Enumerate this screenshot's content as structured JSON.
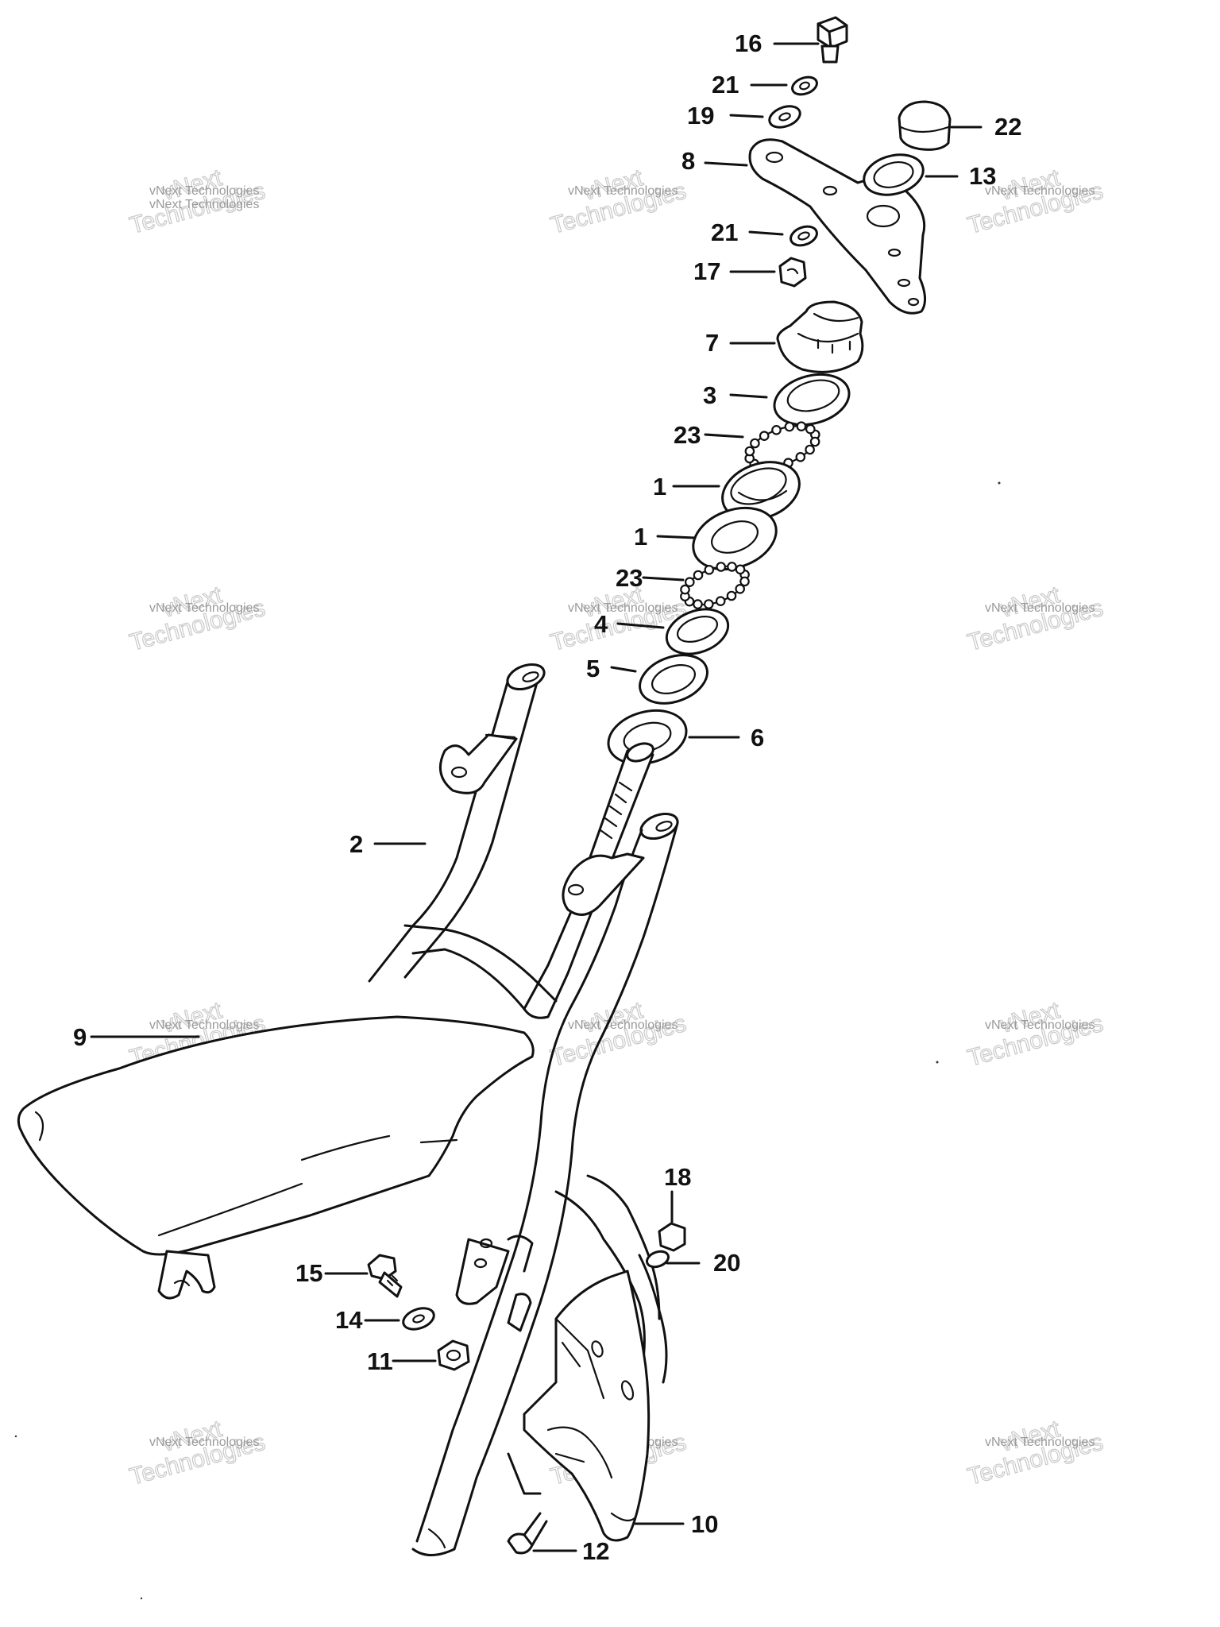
{
  "watermark": {
    "company": "vNext Technologies",
    "big_top": "vNext",
    "big_bottom": "Technologies"
  },
  "callouts": [
    {
      "id": "label-16",
      "text": "16"
    },
    {
      "id": "label-21-top",
      "text": "21"
    },
    {
      "id": "label-19",
      "text": "19"
    },
    {
      "id": "label-22",
      "text": "22"
    },
    {
      "id": "label-8",
      "text": "8"
    },
    {
      "id": "label-13",
      "text": "13"
    },
    {
      "id": "label-21-mid",
      "text": "21"
    },
    {
      "id": "label-17",
      "text": "17"
    },
    {
      "id": "label-7",
      "text": "7"
    },
    {
      "id": "label-3",
      "text": "3"
    },
    {
      "id": "label-23-top",
      "text": "23"
    },
    {
      "id": "label-1-top",
      "text": "1"
    },
    {
      "id": "label-1-bottom",
      "text": "1"
    },
    {
      "id": "label-23-bottom",
      "text": "23"
    },
    {
      "id": "label-4",
      "text": "4"
    },
    {
      "id": "label-5",
      "text": "5"
    },
    {
      "id": "label-6",
      "text": "6"
    },
    {
      "id": "label-2",
      "text": "2"
    },
    {
      "id": "label-9",
      "text": "9"
    },
    {
      "id": "label-18",
      "text": "18"
    },
    {
      "id": "label-20",
      "text": "20"
    },
    {
      "id": "label-15",
      "text": "15"
    },
    {
      "id": "label-14",
      "text": "14"
    },
    {
      "id": "label-11",
      "text": "11"
    },
    {
      "id": "label-10",
      "text": "10"
    },
    {
      "id": "label-12",
      "text": "12"
    }
  ]
}
